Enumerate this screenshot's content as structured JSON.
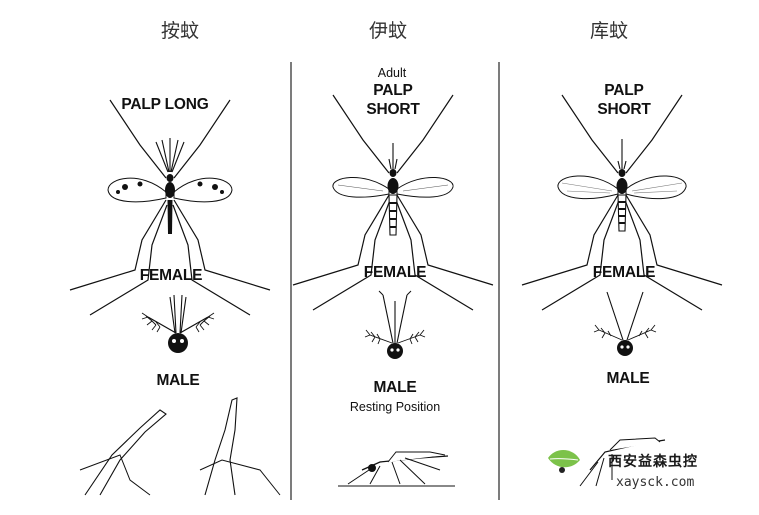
{
  "columns": [
    {
      "genus": "按蚊",
      "palp_text": "PALP LONG",
      "female_label": "FEMALE",
      "male_label": "MALE"
    },
    {
      "genus": "伊蚊",
      "adult_label": "Adult",
      "palp_line1": "PALP",
      "palp_line2": "SHORT",
      "female_label": "FEMALE",
      "male_label": "MALE",
      "resting_label": "Resting Position"
    },
    {
      "genus": "库蚊",
      "palp_line1": "PALP",
      "palp_line2": "SHORT",
      "female_label": "FEMALE",
      "male_label": "MALE"
    }
  ],
  "watermark": {
    "name": "西安益森虫控",
    "url": "xaysck.com"
  },
  "colors": {
    "ink": "#111111",
    "divider": "#444444",
    "logo_green": "#7cc24a"
  }
}
